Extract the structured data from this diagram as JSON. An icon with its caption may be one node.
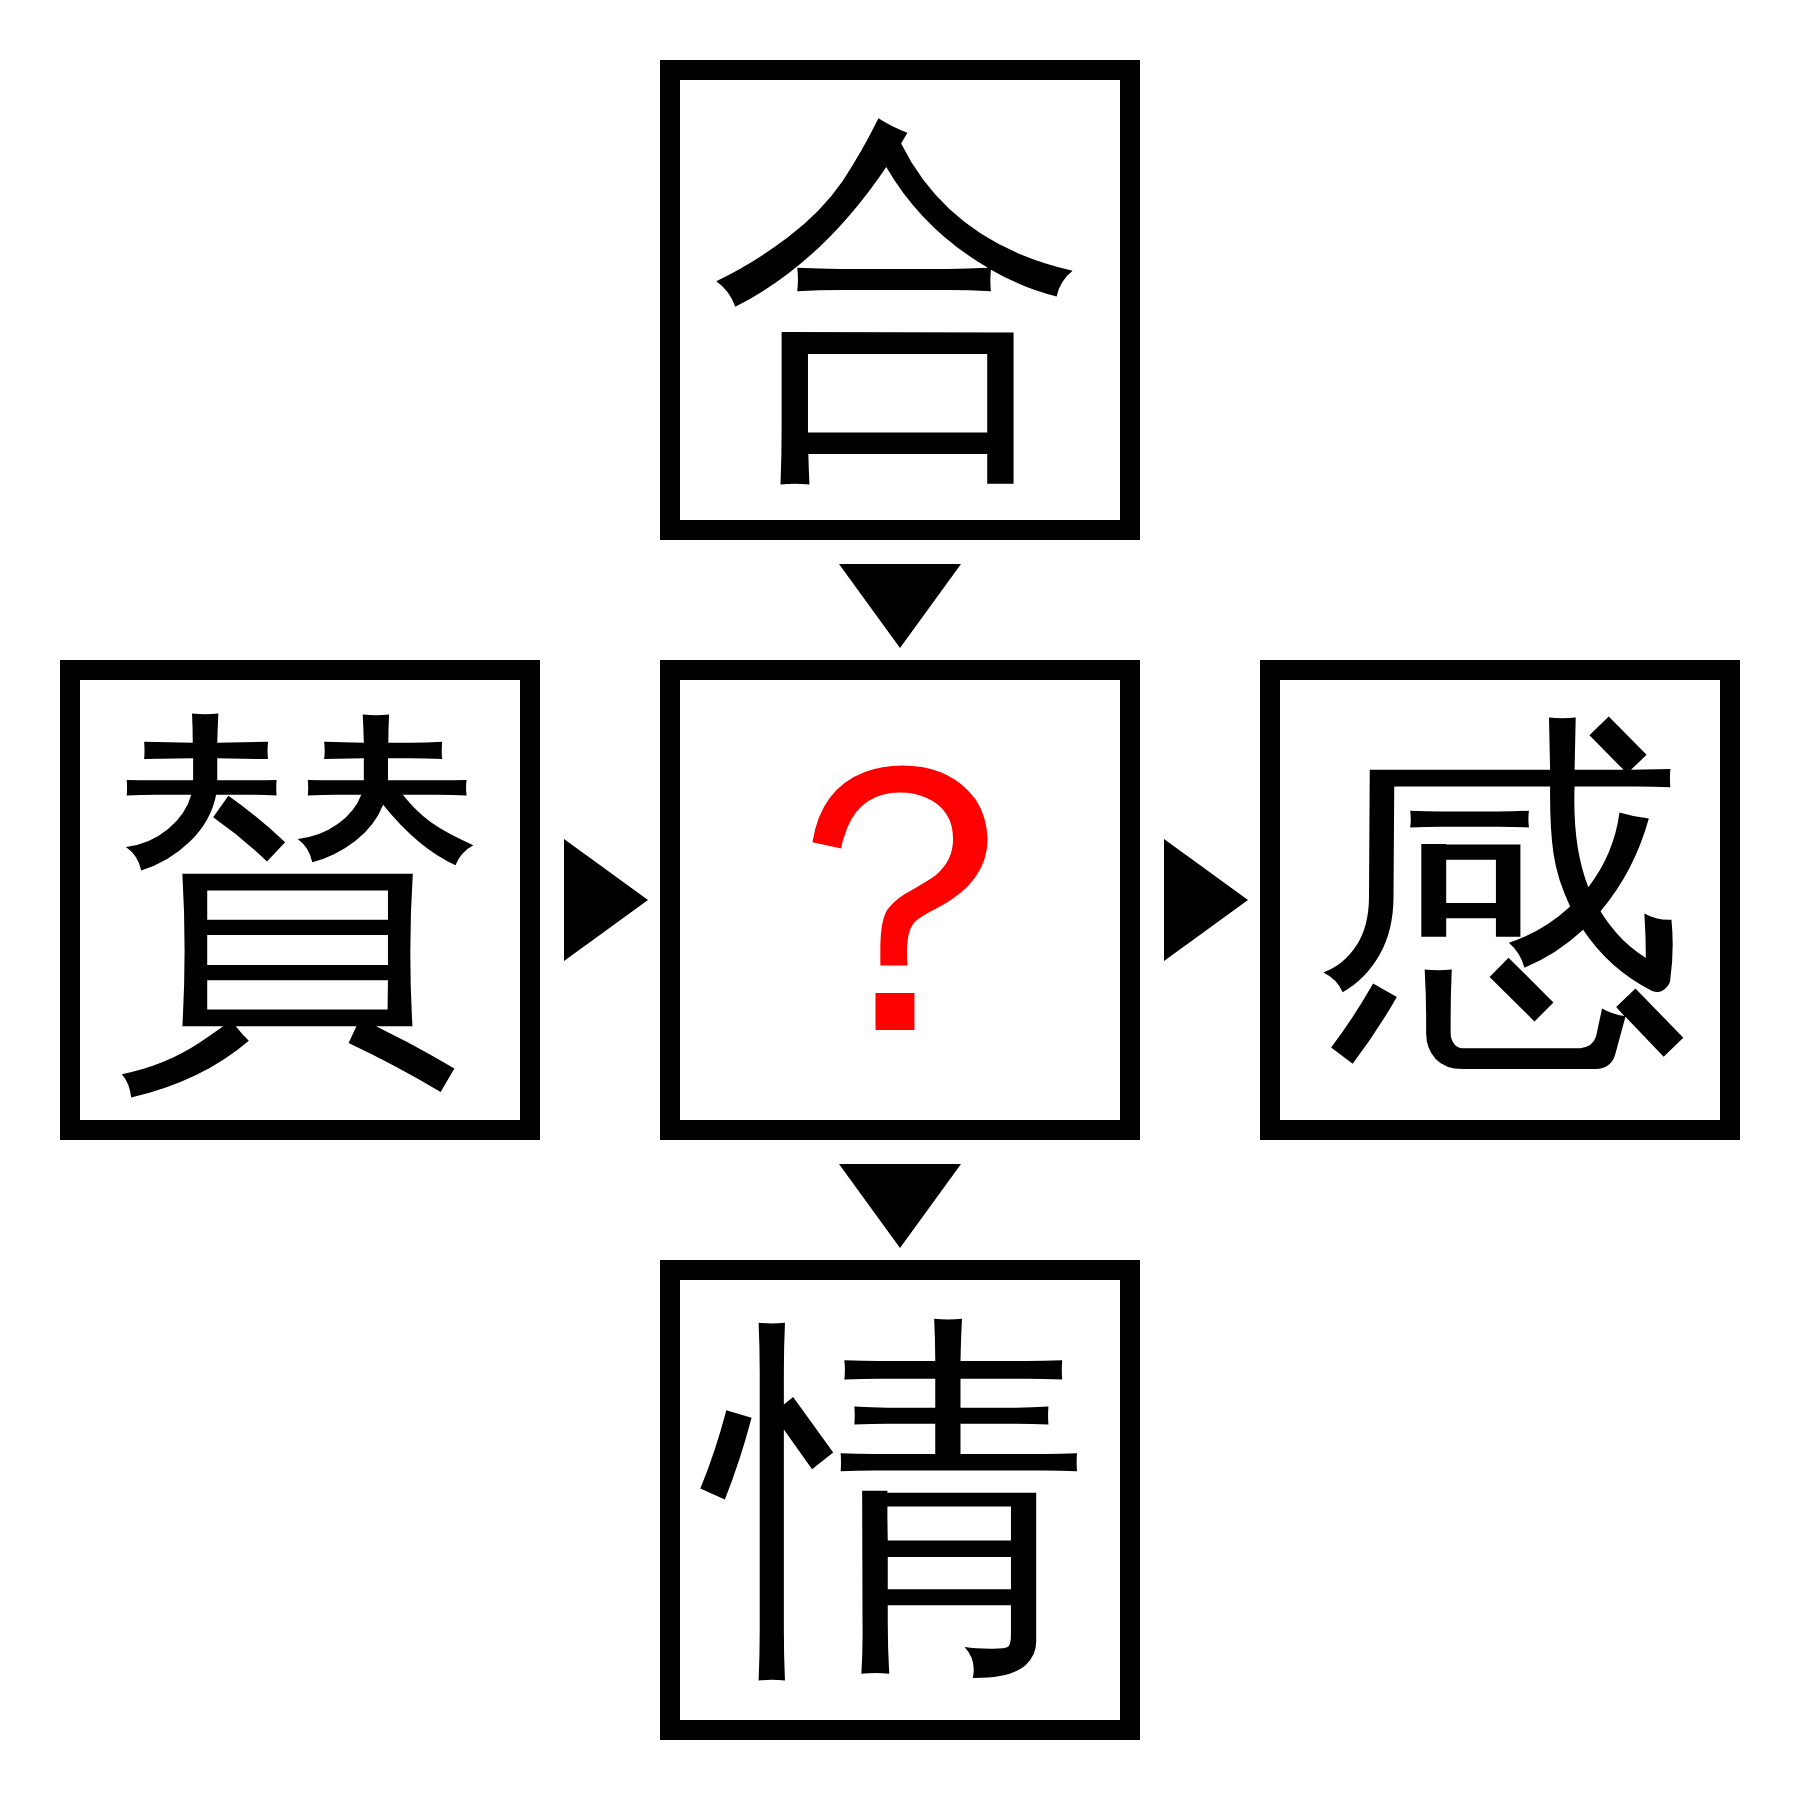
{
  "diagram": {
    "nodes": [
      {
        "text": [
          "合"
        ]
      },
      {
        "text": [
          "賛"
        ]
      },
      {
        "text": [
          "？"
        ]
      },
      {
        "text": [
          "感"
        ]
      },
      {
        "text": [
          "情"
        ]
      }
    ],
    "edges": [
      {
        "from": 0,
        "to": 2,
        "arrow": "to"
      },
      {
        "from": 1,
        "to": 2,
        "arrow": "to"
      },
      {
        "from": 2,
        "to": 3,
        "arrow": "to"
      },
      {
        "from": 2,
        "to": 4,
        "arrow": "to"
      }
    ]
  }
}
